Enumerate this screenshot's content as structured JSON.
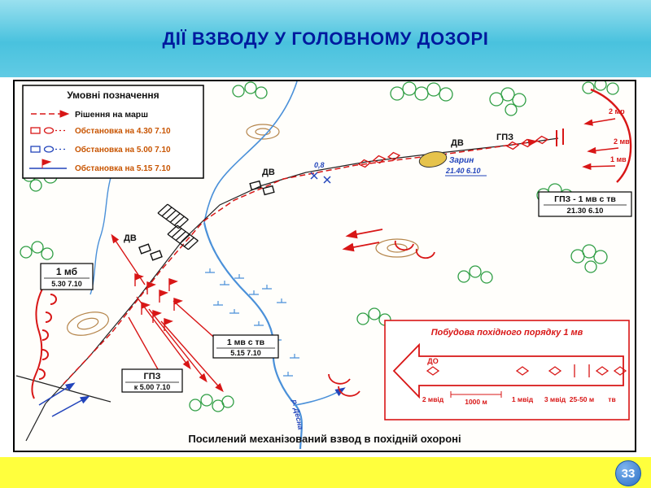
{
  "slide": {
    "title": "ДІЇ ВЗВОДУ У ГОЛОВНОМУ ДОЗОРІ",
    "page_number": "33"
  },
  "legend": {
    "title": "Умовні позначення",
    "items": [
      {
        "label": "Рішення на марш"
      },
      {
        "label": "Обстановка на 4.30 7.10"
      },
      {
        "label": "Обстановка на 5.00 7.10"
      },
      {
        "label": "Обстановка на 5.15 7.10"
      }
    ]
  },
  "map": {
    "labels": {
      "dv": "ДВ",
      "gpz": "ГПЗ",
      "distance": "0,8",
      "lake_name": "Зарин",
      "lake_time": "21.40 6.10",
      "river": "р. Десна",
      "enemy_mr2": "2 мр",
      "enemy_mv2": "2 мв",
      "enemy_mv1": "1 мв"
    },
    "boxes": {
      "gpz_right": {
        "line1": "ГПЗ - 1 мв с тв",
        "line2": "21.30  6.10"
      },
      "mb": {
        "line1": "1 мб",
        "line2": "5.30 7.10"
      },
      "mv_stv": {
        "line1": "1 мв с тв",
        "line2": "5.15 7.10"
      },
      "gpz_bottom": {
        "line1": "ГПЗ",
        "line2": "к 5.00 7.10"
      }
    },
    "formation": {
      "title": "Побудова похідного порядку 1 мв",
      "do_label": "ДО",
      "m2": "2 мвід",
      "d1000": "1000 м",
      "m1": "1 мвід",
      "m3": "3 мвід",
      "d2550": "25-50 м",
      "tv": "тв"
    },
    "caption": "Посилений механізований взвод в похідній охороні"
  },
  "colors": {
    "header_text": "#001a9e",
    "tactical_red": "#d81616",
    "tactical_blue": "#2244bb",
    "river_blue": "#4a90d9",
    "forest_green": "#2f9e44",
    "legend_time_text": "#c85400",
    "footer_yellow": "#ffff3d",
    "page_badge_blue": "#2d6fc4",
    "lake_fill": "#e6c34c"
  }
}
